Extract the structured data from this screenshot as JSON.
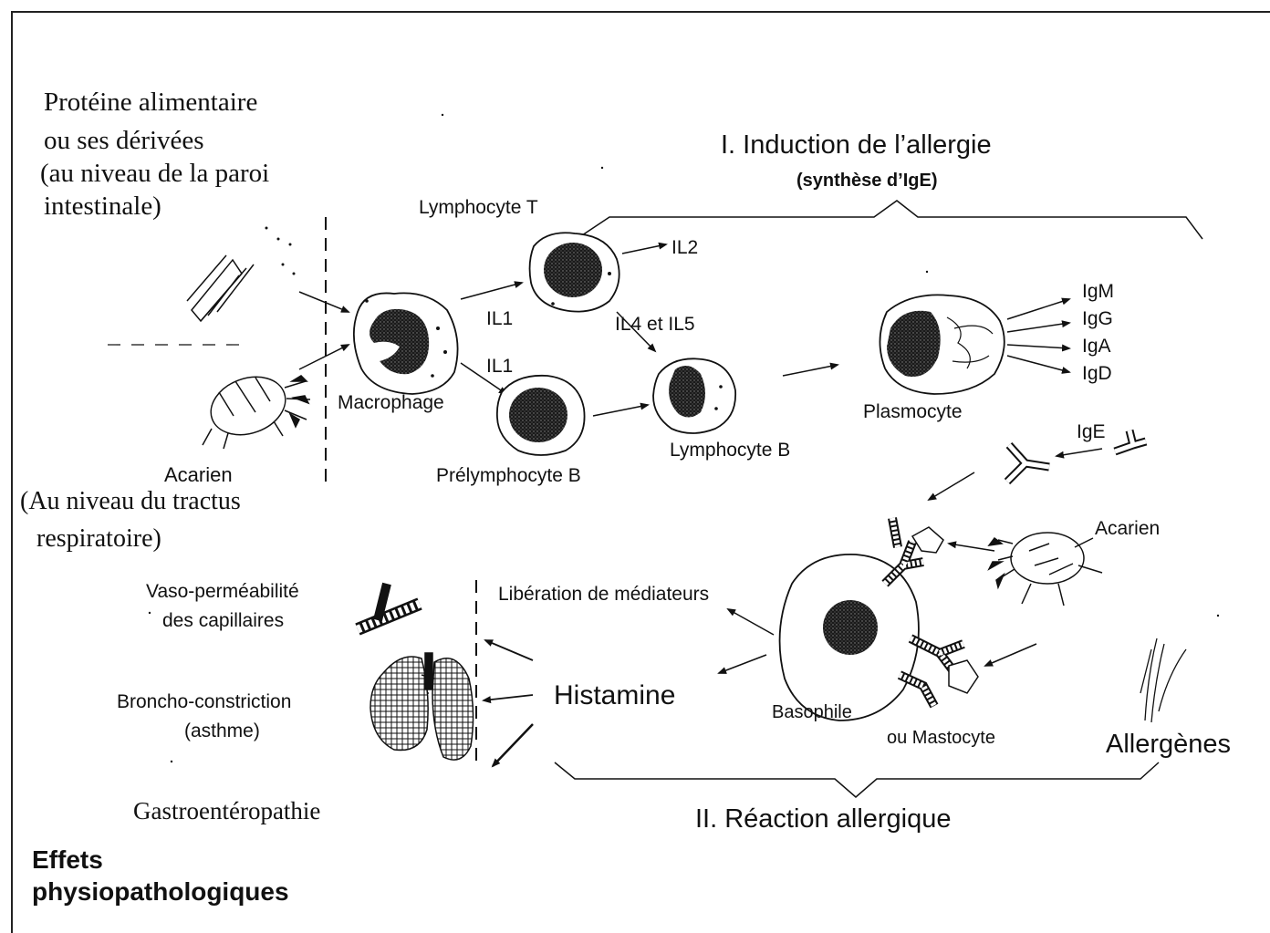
{
  "intro": {
    "line1": "Protéine alimentaire",
    "line2": "ou ses dérivées",
    "line3": "(au niveau de la paroi",
    "line4": "intestinale)"
  },
  "induction": {
    "title": "I. Induction de l’allergie",
    "subtitle": "(synthèse d’IgE)"
  },
  "cells": {
    "lymphocyte_t": "Lymphocyte T",
    "macrophage": "Macrophage",
    "prelymphocyte_b": "Prélymphocyte B",
    "lymphocyte_b": "Lymphocyte B",
    "plasmocyte": "Plasmocyte",
    "basophile": "Basophile",
    "mastocyte": "ou Mastocyte",
    "acarien_left": "Acarien",
    "acarien_right": "Acarien"
  },
  "cytokines": {
    "il2": "IL2",
    "il1_top": "IL1",
    "il1_bottom": "IL1",
    "il4_il5": "IL4 et IL5"
  },
  "immunoglobulins": [
    "IgM",
    "IgG",
    "IgA",
    "IgD"
  ],
  "ige": "IgE",
  "respiratory": {
    "line1": "(Au niveau du tractus",
    "line2": "respiratoire)"
  },
  "mediators": {
    "liberation": "Libération de médiateurs",
    "histamine": "Histamine",
    "allergenes": "Allergènes"
  },
  "effects": {
    "vaso_line1": "Vaso-perméabilité",
    "vaso_line2": "des capillaires",
    "broncho_line1": "Broncho-constriction",
    "broncho_line2": "(asthme)",
    "gastro": "Gastroentéropathie",
    "title_line1": "Effets",
    "title_line2": "physiopathologiques"
  },
  "reaction": {
    "title": "II. Réaction allergique"
  }
}
